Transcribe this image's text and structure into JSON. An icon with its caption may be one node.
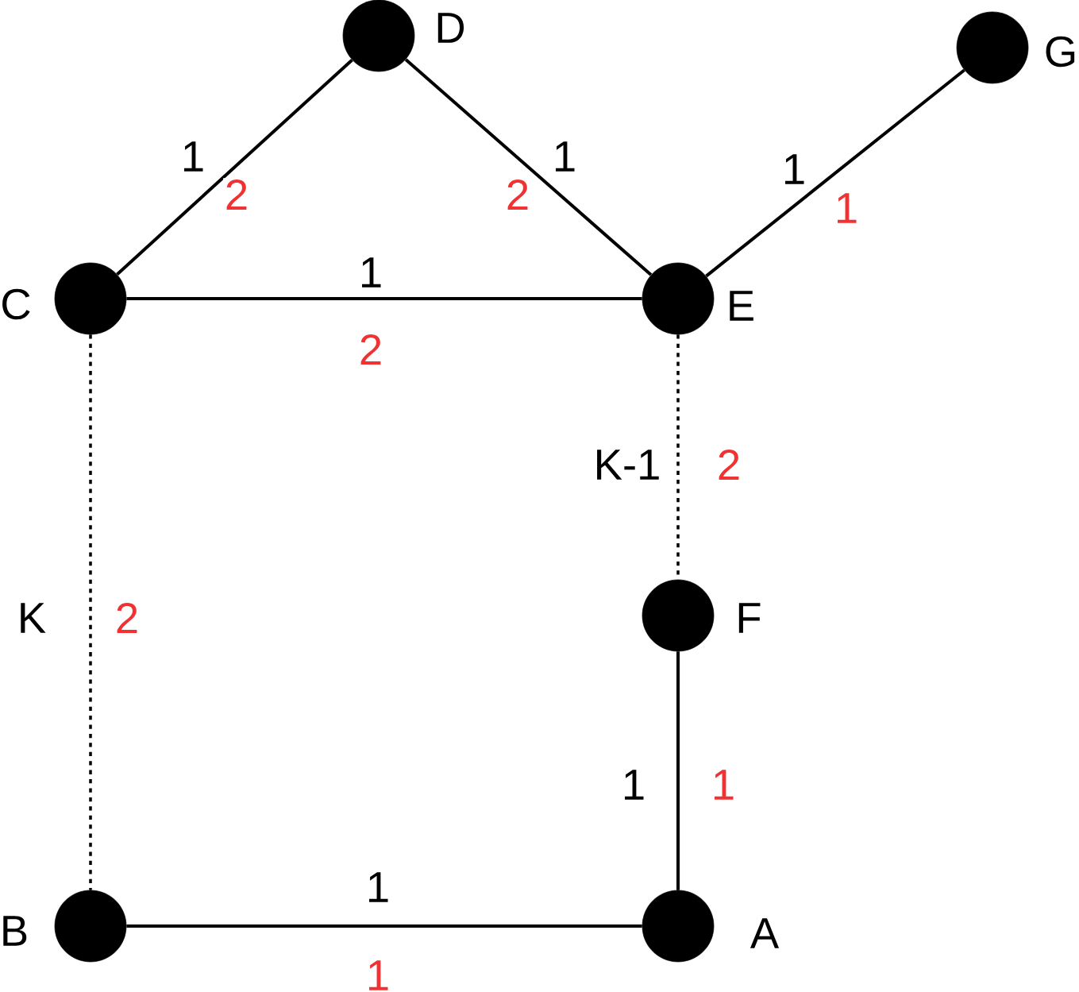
{
  "diagram": {
    "nodes": [
      {
        "text": [],
        "shape": "circle",
        "beside": [
          "D"
        ]
      },
      {
        "text": [],
        "shape": "circle",
        "beside": [
          "G"
        ]
      },
      {
        "text": [],
        "shape": "circle",
        "beside": [
          "C"
        ]
      },
      {
        "text": [],
        "shape": "circle",
        "beside": [
          "E"
        ]
      },
      {
        "text": [],
        "shape": "circle",
        "beside": [
          "F"
        ]
      },
      {
        "text": [],
        "shape": "circle",
        "beside": [
          "B"
        ]
      },
      {
        "text": [],
        "shape": "circle",
        "beside": [
          "A"
        ]
      }
    ],
    "edges": [
      {
        "from": 2,
        "to": 0,
        "arrow": "none",
        "label": "1"
      },
      {
        "from": 0,
        "to": 3,
        "arrow": "none",
        "label": "1"
      },
      {
        "from": 3,
        "to": 1,
        "arrow": "none",
        "label": "1"
      },
      {
        "from": 2,
        "to": 3,
        "arrow": "none",
        "label": "1"
      },
      {
        "from": 2,
        "to": 5,
        "arrow": "none",
        "label": "K",
        "style": "dashed"
      },
      {
        "from": 3,
        "to": 4,
        "arrow": "none",
        "label": "K-1",
        "style": "dashed"
      },
      {
        "from": 4,
        "to": 6,
        "arrow": "none",
        "label": "1"
      },
      {
        "from": 5,
        "to": 6,
        "arrow": "none",
        "label": "1"
      }
    ],
    "labels": [
      "2",
      "2",
      "1",
      "2",
      "2",
      "2",
      "1",
      "1"
    ]
  }
}
